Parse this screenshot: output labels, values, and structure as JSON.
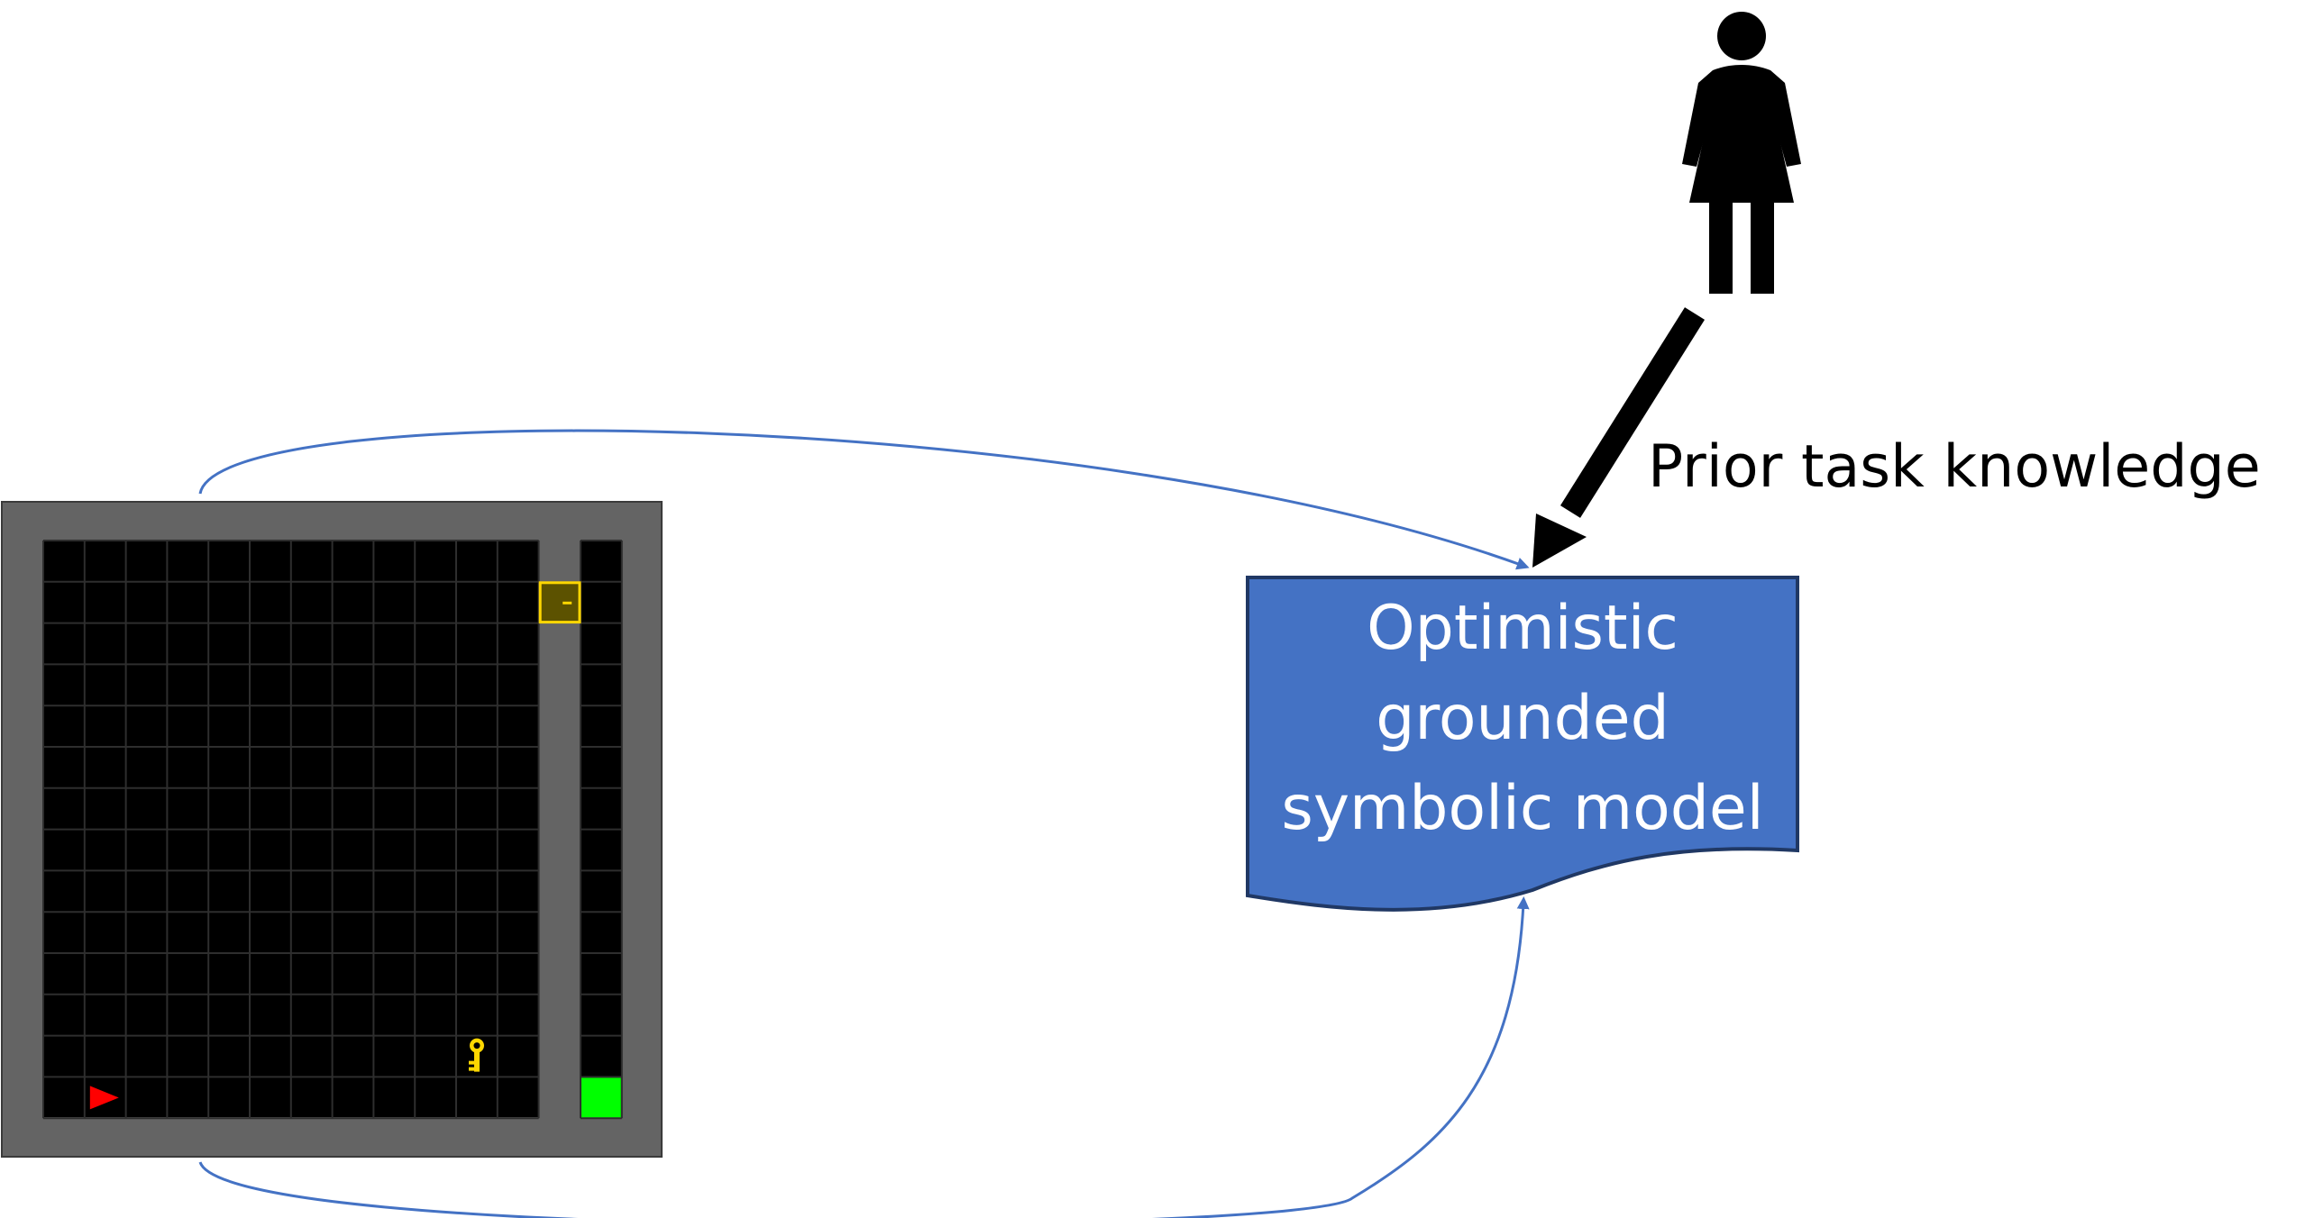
{
  "labels": {
    "prior_knowledge": "Prior task knowledge",
    "model_line_1": "Optimistic",
    "model_line_2": "grounded",
    "model_line_3": "symbolic model"
  },
  "grid_world": {
    "main_room": {
      "columns": 12,
      "rows": 14
    },
    "corridor": {
      "columns": 1,
      "rows": 14
    },
    "objects": [
      {
        "type": "agent-arrow",
        "color": "#ff0000",
        "column": 1,
        "row": 13,
        "facing": "right"
      },
      {
        "type": "key",
        "color": "#ffd700",
        "column": 10,
        "row": 12
      },
      {
        "type": "locked-door",
        "color": "#ffd700",
        "column": 12,
        "row": 1
      },
      {
        "type": "goal",
        "color": "#00ff00",
        "column": 13,
        "row": 13
      }
    ]
  },
  "colors": {
    "wall": "#646464",
    "floor": "#000000",
    "grid_line": "#2e2e2e",
    "document_fill": "#4472c4",
    "document_border": "#203864",
    "connector": "#4472c4",
    "human_arrow": "#000000",
    "model_text": "#ffffff"
  },
  "icons": {
    "person": "woman-icon",
    "agent": "triangle-arrow-icon",
    "key": "key-icon",
    "door": "locked-door-icon",
    "goal": "goal-square-icon"
  }
}
